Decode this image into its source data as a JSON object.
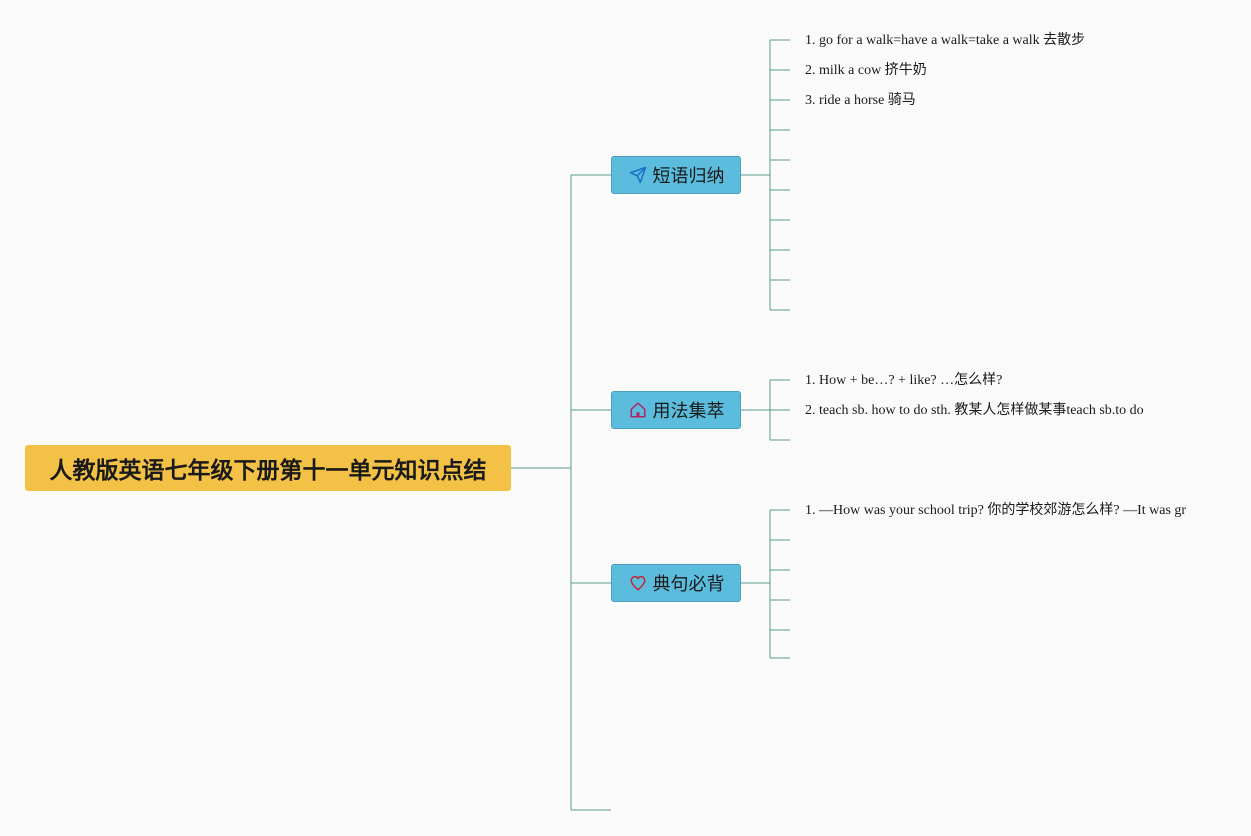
{
  "root": {
    "title": "人教版英语七年级下册第十一单元知识点结"
  },
  "colors": {
    "root_fill": "#f4c147",
    "branch_fill": "#5bbcdd",
    "connector": "#5a9a8a",
    "background": "#fafafa"
  },
  "branches": [
    {
      "label": "短语归纳",
      "icon": "paper-plane-icon",
      "items": [
        "1. go for a walk=have a walk=take a walk 去散步",
        "2. milk a cow 挤牛奶",
        "3. ride a horse 骑马"
      ]
    },
    {
      "label": "用法集萃",
      "icon": "home-icon",
      "items": [
        "1. How + be…? + like? …怎么样?",
        "2. teach sb. how to do sth. 教某人怎样做某事teach sb.to do"
      ]
    },
    {
      "label": "典句必背",
      "icon": "heart-icon",
      "items": [
        "1. —How was your school trip? 你的学校郊游怎么样? —It was gr"
      ]
    }
  ]
}
